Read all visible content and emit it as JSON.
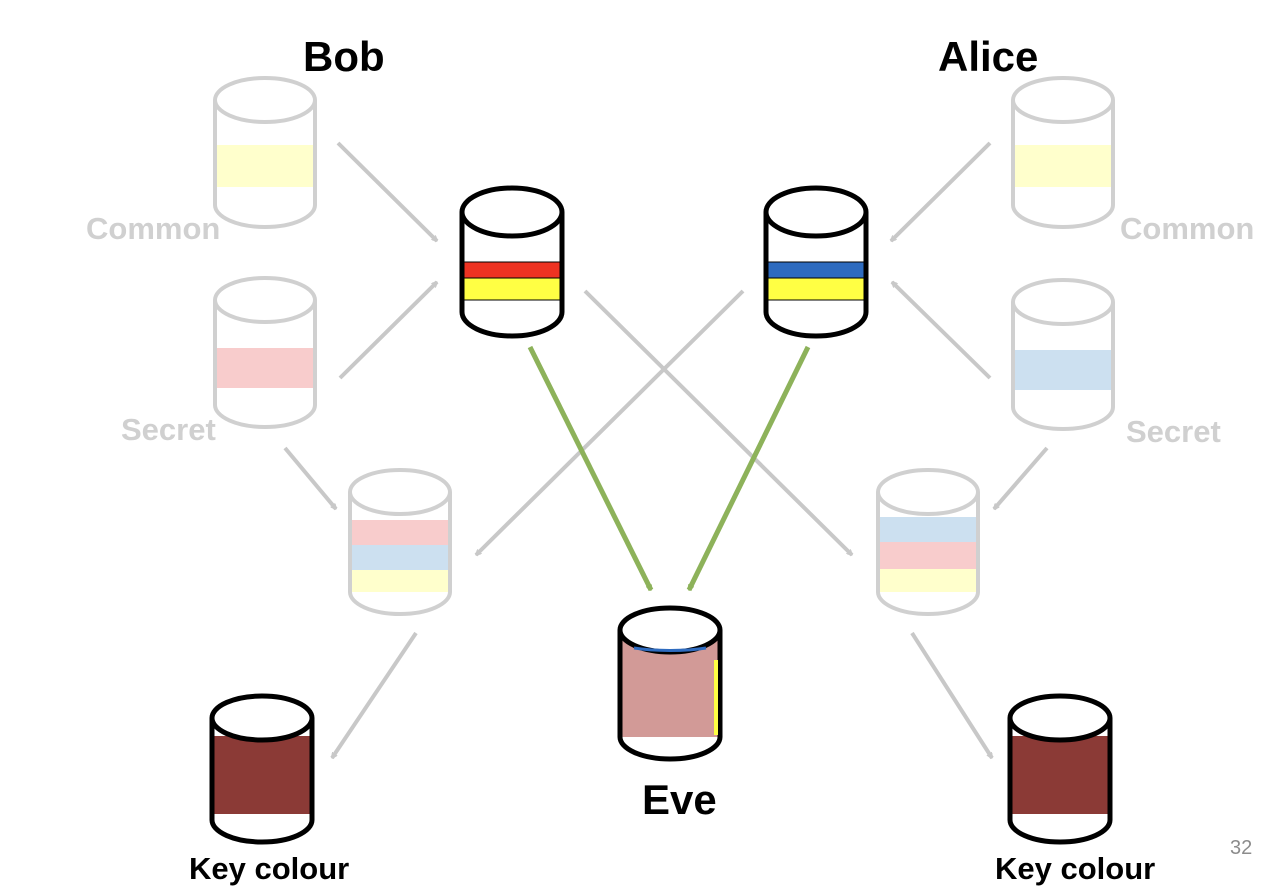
{
  "labels": {
    "bob": "Bob",
    "alice": "Alice",
    "eve": "Eve",
    "common_left": "Common",
    "common_right": "Common",
    "secret_left": "Secret",
    "secret_right": "Secret",
    "key_left": "Key colour",
    "key_right": "Key colour"
  },
  "page_number": "32",
  "colors": {
    "faint_outline": "#d0d0d0",
    "ink": "#000000",
    "common_yellow": "#ffffcc",
    "bob_secret_pink": "#f8cccc",
    "alice_secret_blue": "#cce0f0",
    "red": "#ee3322",
    "blue": "#2e6bbf",
    "yellow": "#ffff44",
    "eve_mix": "#d29a97",
    "key_brown": "#8b3a36",
    "green_arrow": "#8db25a",
    "grey_arrow": "#c8c8c8"
  }
}
